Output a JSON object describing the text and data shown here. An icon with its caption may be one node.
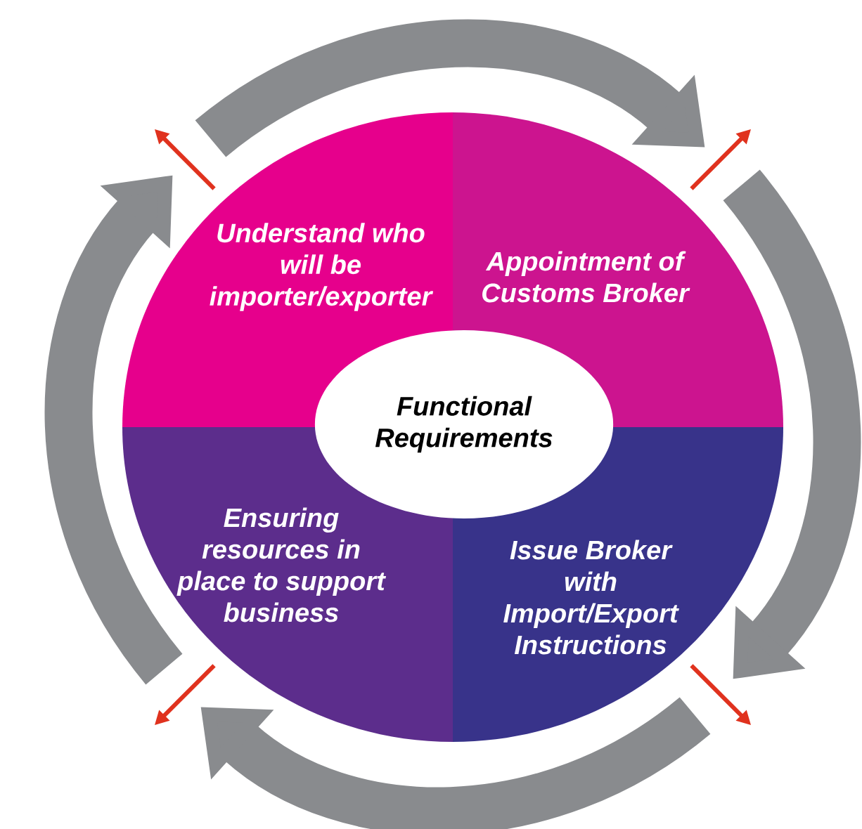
{
  "diagram": {
    "nodes": [
      {
        "text": [
          "Understand who will be importer/exporter"
        ]
      },
      {
        "text": [
          "Appointment of Customs Broker"
        ]
      },
      {
        "text": [
          "Functional Requirements"
        ]
      },
      {
        "text": [
          "Ensuring resources in place to support business"
        ]
      },
      {
        "text": [
          "Issue Broker with Import/Export Instructions"
        ]
      }
    ],
    "edges": [
      {
        "from": 0,
        "to": 1,
        "arrow": "to"
      },
      {
        "from": 1,
        "to": 4,
        "arrow": "to"
      },
      {
        "from": 4,
        "to": 3,
        "arrow": "to"
      },
      {
        "from": 3,
        "to": 0,
        "arrow": "to"
      }
    ]
  }
}
